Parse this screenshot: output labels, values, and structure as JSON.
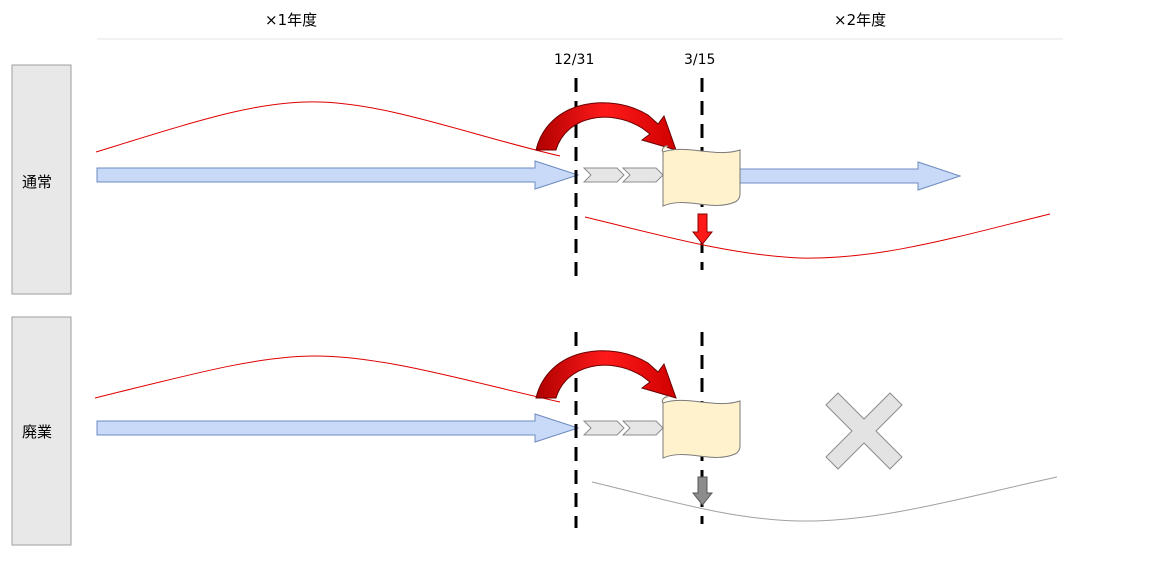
{
  "header": {
    "year1": "×1年度",
    "year2": "×2年度"
  },
  "dates": {
    "year_end": "12/31",
    "filing": "3/15"
  },
  "rows": [
    {
      "label": "通常"
    },
    {
      "label": "廃業"
    }
  ],
  "colors": {
    "arrow_fill": "#c9daf8",
    "arrow_stroke": "#6d8bc0",
    "curve_red": "#e00000",
    "curve_gray": "#a0a0a0",
    "document_fill": "#fff2cc",
    "chevron_fill": "#e6e6e6",
    "row_label_fill": "#e8e8e8",
    "cross_fill": "#e3e3e3"
  },
  "icons": {
    "document": "document-icon",
    "cross": "cross-icon",
    "down_arrow": "down-arrow-icon"
  }
}
